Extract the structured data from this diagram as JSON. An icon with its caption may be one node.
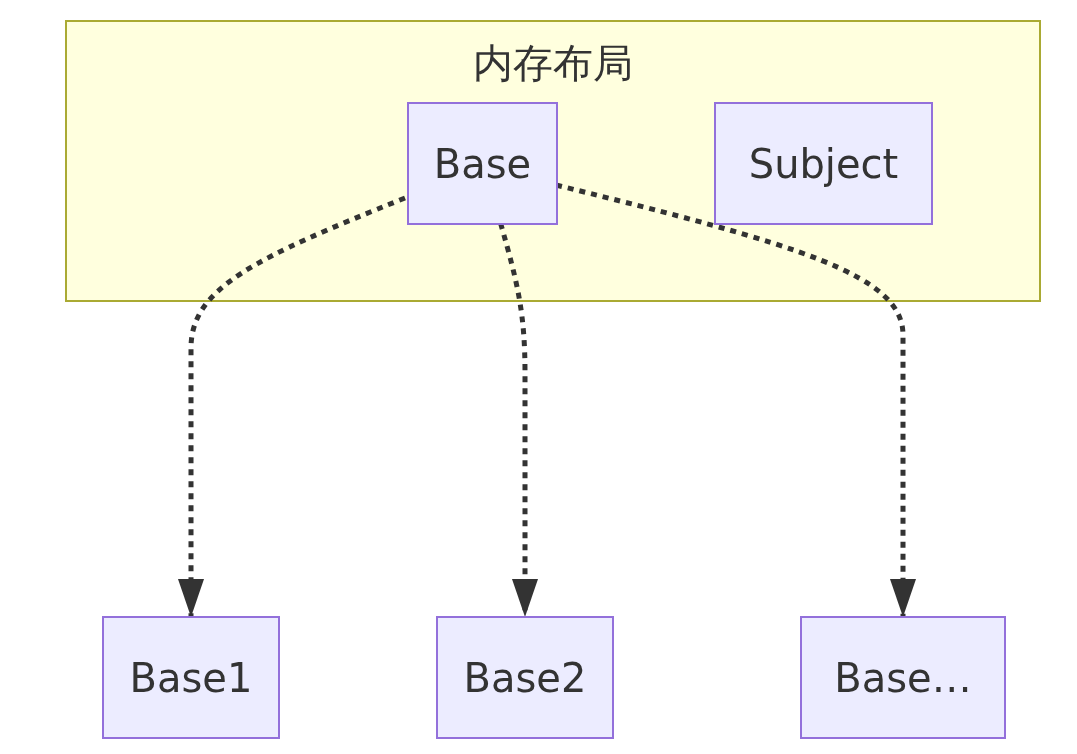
{
  "diagram": {
    "nodes": [
      {
        "text": [
          "内存布局"
        ]
      },
      {
        "text": [
          "Base"
        ],
        "in": 0
      },
      {
        "text": [
          "Subject"
        ],
        "in": 0
      },
      {
        "text": [
          "Base1"
        ]
      },
      {
        "text": [
          "Base2"
        ]
      },
      {
        "text": [
          "Base…"
        ]
      }
    ],
    "edges": [
      {
        "from": 1,
        "to": 3,
        "arrow": "to",
        "style": "dashed"
      },
      {
        "from": 1,
        "to": 4,
        "arrow": "to",
        "style": "dashed"
      },
      {
        "from": 1,
        "to": 5,
        "arrow": "to",
        "style": "dashed"
      }
    ]
  }
}
